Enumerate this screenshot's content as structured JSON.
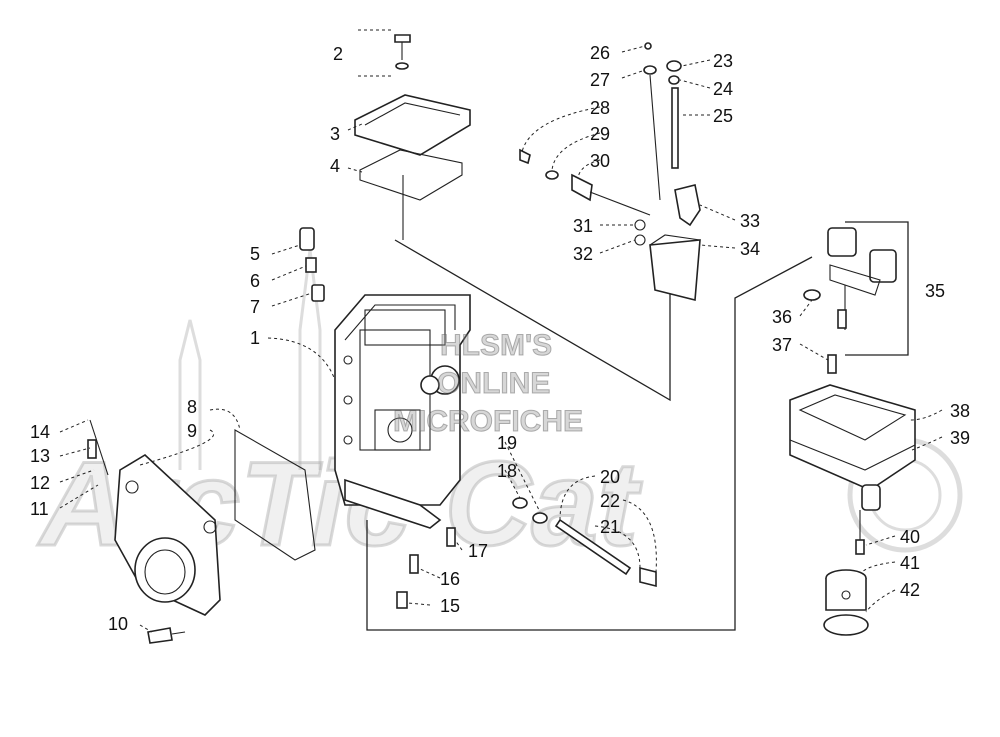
{
  "watermark": {
    "line1": "HLSM'S",
    "line2": "ONLINE",
    "line3": "MICROFICHE",
    "logo": "ArcTic Cat"
  },
  "callouts": [
    "1",
    "2",
    "3",
    "4",
    "5",
    "6",
    "7",
    "8",
    "9",
    "10",
    "11",
    "12",
    "13",
    "14",
    "15",
    "16",
    "17",
    "18",
    "19",
    "20",
    "21",
    "22",
    "23",
    "24",
    "25",
    "26",
    "27",
    "28",
    "29",
    "30",
    "31",
    "32",
    "33",
    "34",
    "35",
    "36",
    "37",
    "38",
    "39",
    "40",
    "41",
    "42"
  ]
}
